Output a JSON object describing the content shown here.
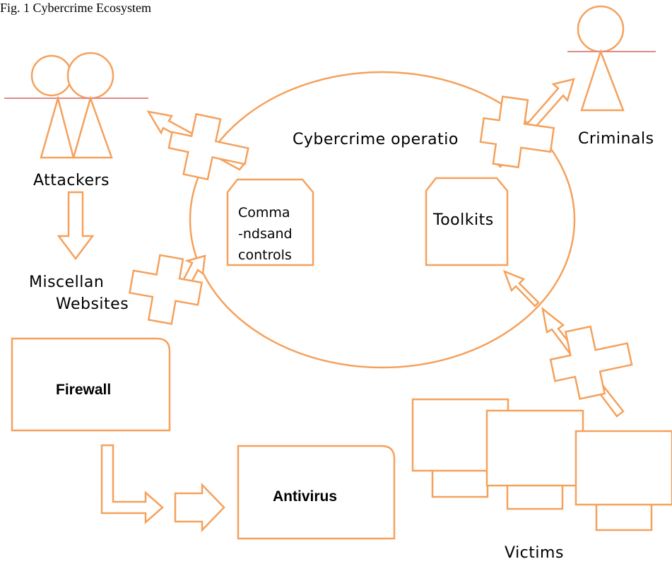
{
  "caption": "Fig. 1 Cybercrime Ecosystem",
  "labels": {
    "attackers": "Attackers",
    "criminals": "Criminals",
    "operation": "Cybercrime operatio",
    "cc_line1": "Comma",
    "cc_line2": "-ndsand",
    "cc_line3": "controls",
    "toolkits": "Toolkits",
    "misc_line1": "Miscellan",
    "misc_line2": "Websites",
    "firewall": "Firewall",
    "antivirus": "Antivirus",
    "victims": "Victims"
  },
  "colors": {
    "stroke": "#f5a15c",
    "person_line": "#e08a8a"
  }
}
